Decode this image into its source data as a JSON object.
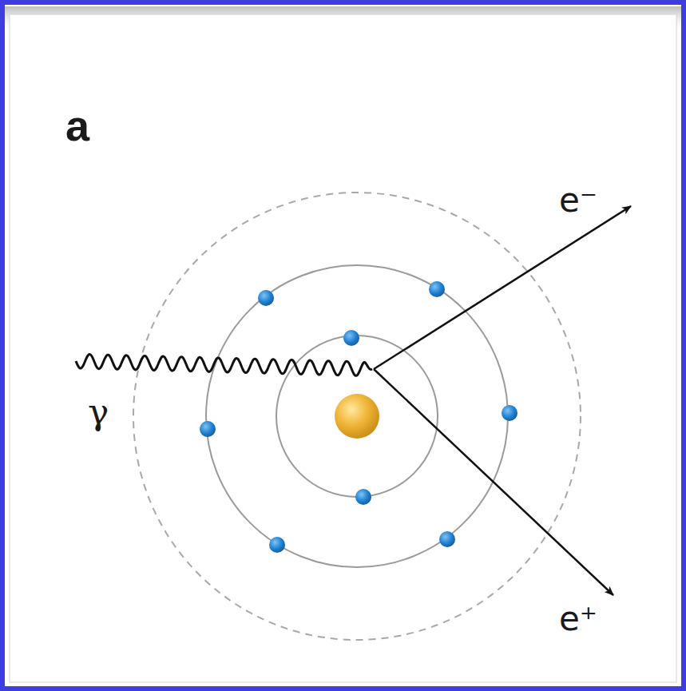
{
  "diagram": {
    "labels": [
      "a",
      "e⁻",
      "γ",
      "e⁺"
    ]
  }
}
